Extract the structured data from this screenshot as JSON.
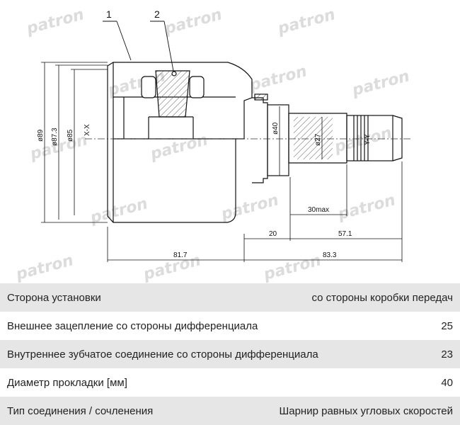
{
  "watermark": "patron",
  "drawing": {
    "callouts": [
      "1",
      "2"
    ],
    "diameters": [
      "ø89",
      "ø87.3",
      "ø85",
      "ø40",
      "ø27"
    ],
    "axes": [
      "X-X",
      "Y-Y"
    ],
    "dimensions": [
      "30max",
      "20",
      "57.1",
      "81.7",
      "83.3"
    ]
  },
  "specs": [
    {
      "label": "Сторона установки",
      "value": "со стороны коробки передач"
    },
    {
      "label": "Внешнее зацепление со стороны дифференциала",
      "value": "25"
    },
    {
      "label": "Внутреннее зубчатое соединение со стороны дифференциала",
      "value": "23"
    },
    {
      "label": "Диаметр прокладки [мм]",
      "value": "40"
    },
    {
      "label": "Тип соединения / сочленения",
      "value": "Шарнир равных угловых скоростей"
    }
  ]
}
